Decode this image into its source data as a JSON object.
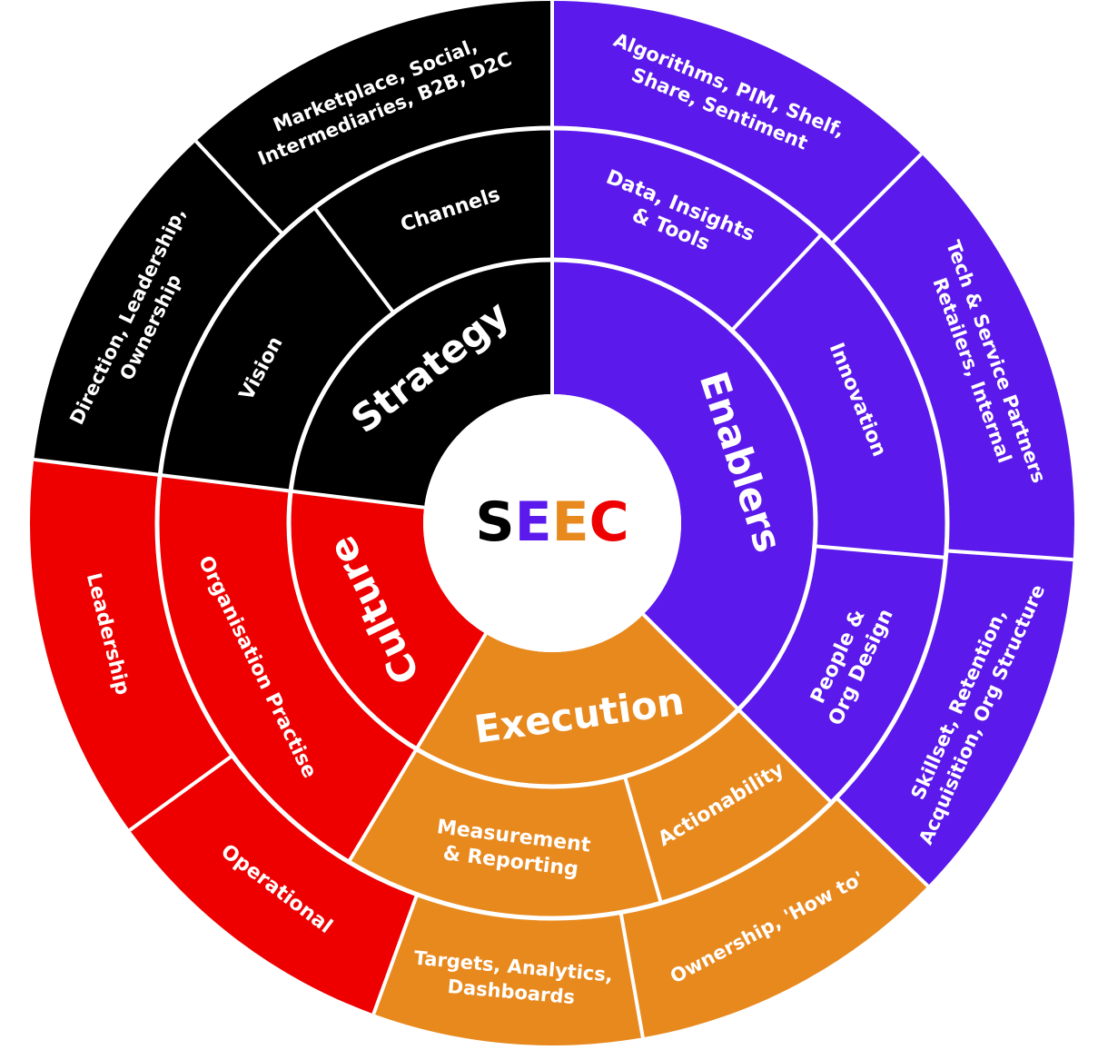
{
  "center": {
    "letters": [
      {
        "char": "S",
        "color": "#000000"
      },
      {
        "char": "E",
        "color": "#5b19ec"
      },
      {
        "char": "E",
        "color": "#e8891e"
      },
      {
        "char": "C",
        "color": "#ee0000"
      }
    ]
  },
  "colors": {
    "strategy": "#000000",
    "enablers": "#5b19ec",
    "execution": "#e8891e",
    "culture": "#ee0000",
    "divider": "#ffffff"
  },
  "pillars": [
    {
      "id": "strategy",
      "name": "Strategy",
      "middle": [
        "Vision",
        "Channels"
      ],
      "outer": [
        [
          "Direction, Leadership,",
          "Ownership"
        ],
        [
          "Marketplace, Social,",
          "Intermediaries, B2B, D2C"
        ]
      ]
    },
    {
      "id": "enablers",
      "name": "Enablers",
      "middle": [
        [
          "Data, Insights",
          "& Tools"
        ],
        "Innovation",
        [
          "People &",
          "Org Design"
        ]
      ],
      "outer": [
        [
          "Algorithms, PIM, Shelf,",
          "Share, Sentiment"
        ],
        [
          "Tech & Service Partners",
          "Retailers, Internal"
        ],
        [
          "Skillset, Retention,",
          "Acquisition, Org Structure"
        ]
      ]
    },
    {
      "id": "execution",
      "name": "Execution",
      "middle": [
        "Actionability",
        [
          "Measurement",
          "& Reporting"
        ]
      ],
      "outer": [
        [
          "Ownership, 'How to'"
        ],
        [
          "Targets, Analytics,",
          "Dashboards"
        ]
      ]
    },
    {
      "id": "culture",
      "name": "Culture",
      "middle": [
        "Organisation Practise"
      ],
      "outer": [
        "Operational",
        "Leadership"
      ]
    }
  ]
}
